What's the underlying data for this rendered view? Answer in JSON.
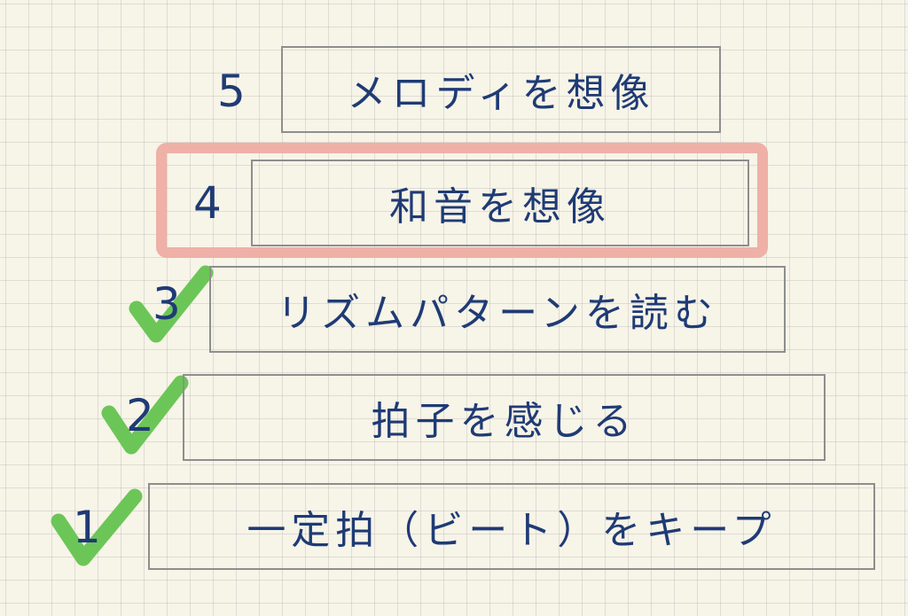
{
  "steps": [
    {
      "number": "5",
      "label": "メロディを想像",
      "checked": false,
      "highlighted": false
    },
    {
      "number": "4",
      "label": "和音を想像",
      "checked": false,
      "highlighted": true
    },
    {
      "number": "3",
      "label": "リズムパターンを読む",
      "checked": true,
      "highlighted": false
    },
    {
      "number": "2",
      "label": "拍子を感じる",
      "checked": true,
      "highlighted": false
    },
    {
      "number": "1",
      "label": "一定拍（ビート）をキープ",
      "checked": true,
      "highlighted": false
    }
  ],
  "colors": {
    "ink": "#1f3b75",
    "check": "#6cc657",
    "highlight": "#efb0a7",
    "box_border": "#8e8e8e",
    "paper": "#f7f4e8"
  }
}
